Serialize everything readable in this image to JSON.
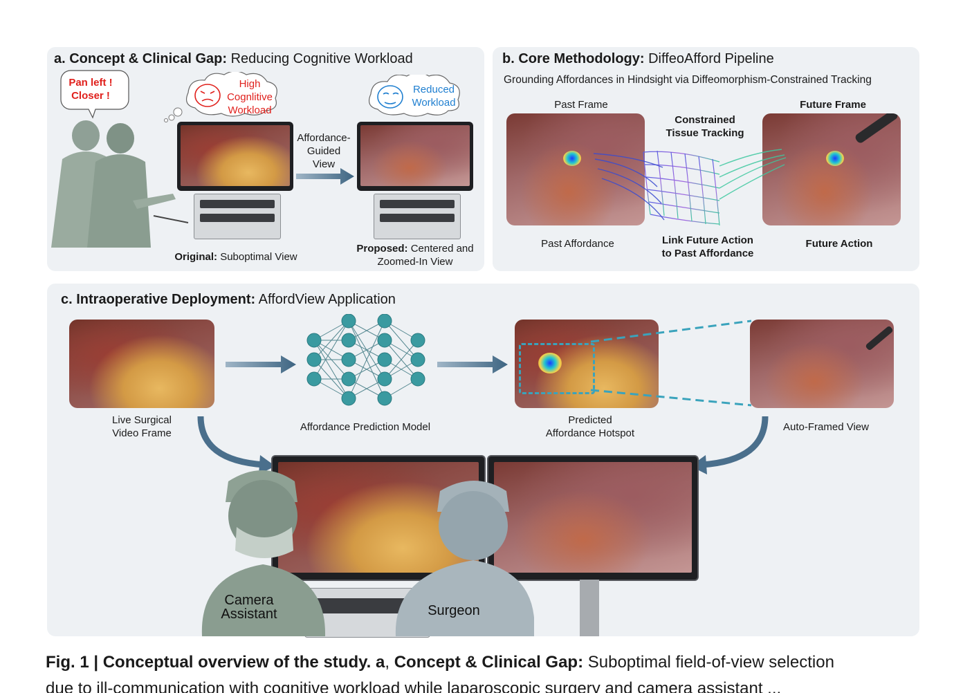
{
  "panel_a": {
    "title_bold": "a. Concept & Clinical Gap:",
    "title_rest": "Reducing Cognitive Workload",
    "speech": [
      "Pan left !",
      "Closer !"
    ],
    "high_workload": [
      "High",
      "Cognlitive",
      "Workload"
    ],
    "reduced_workload": [
      "Reduced",
      "Workload"
    ],
    "arrow_label": [
      "Affordance-",
      "Guided",
      "View"
    ],
    "original_bold": "Original:",
    "original_rest": "Suboptimal View",
    "proposed_bold": "Proposed:",
    "proposed_rest": "Centered and",
    "proposed_line2": "Zoomed-In View"
  },
  "panel_b": {
    "title_bold": "b. Core Methodology:",
    "title_rest": "DiffeoAfford Pipeline",
    "subtitle": "Grounding Affordances in Hindsight via Diffeomorphism-Constrained Tracking",
    "past_frame": "Past Frame",
    "future_frame": "Future Frame",
    "tracking": [
      "Constrained",
      "Tissue Tracking"
    ],
    "past_affordance": "Past Affordance",
    "link": [
      "Link Future Action",
      "to Past Affordance"
    ],
    "future_action": "Future Action"
  },
  "panel_c": {
    "title_bold": "c. Intraoperative Deployment:",
    "title_rest": "AffordView Application",
    "live_frame": [
      "Live Surgical",
      "Video Frame"
    ],
    "model": "Affordance Prediction Model",
    "hotspot": [
      "Predicted",
      "Affordance Hotspot"
    ],
    "auto_framed": "Auto-Framed View",
    "camera_assistant": [
      "Camera",
      "Assistant"
    ],
    "surgeon": "Surgeon"
  },
  "caption": {
    "fig_bold": "Fig. 1 | Conceptual overview of the study. a",
    "sep": ", ",
    "part_bold": "Concept & Clinical Gap:",
    "part_rest": " Suboptimal field-of-view selection",
    "line2": "due to ill-communication with cognitive workload while laparoscopic surgery and camera assistant ..."
  },
  "colors": {
    "panel_bg": "#eef1f4",
    "alert_red": "#e0201c",
    "calm_blue": "#1f7fd0",
    "arrow_blue": "#4a6f8c",
    "dashed_teal": "#3aa3bc",
    "network_teal": "#3a9aa0"
  }
}
